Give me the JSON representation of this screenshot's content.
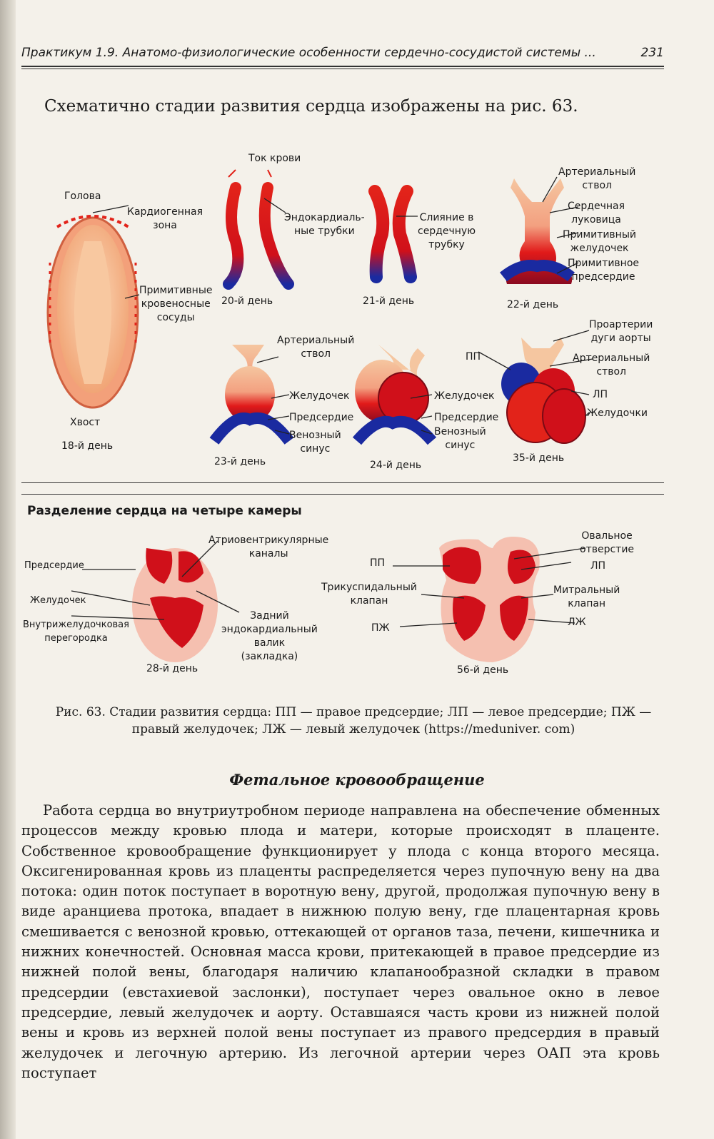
{
  "running_head": {
    "title": "Практикум 1.9. Анатомо-физиологические особенности сердечно-сосудистой системы ...",
    "page": "231"
  },
  "intro": "Схематично стадии развития сердца изображены на рис. 63.",
  "figure": {
    "embryo": {
      "head": "Голова",
      "cardiogenic": "Кардиогенная\nзона",
      "vessels": "Примитивные\nкровеносные\nсосуды",
      "tail": "Хвост",
      "day": "18-й день"
    },
    "tubes20": {
      "blood_flow": "Ток крови",
      "endocardial": "Эндокардиаль-\nные трубки",
      "day": "20-й день"
    },
    "tube21": {
      "fusion": "Слияние в\nсердечную\nтрубку",
      "day": "21-й день"
    },
    "heart22": {
      "trunk": "Артериальный\nствол",
      "bulb": "Сердечная\nлуковица",
      "ventricle": "Примитивный\nжелудочек",
      "atrium": "Примитивное\nпредсердие",
      "day": "22-й день"
    },
    "heart23": {
      "trunk": "Артериальный\nствол",
      "ventricle": "Желудочек",
      "atrium": "Предсердие",
      "sinus": "Венозный\nсинус",
      "day": "23-й день"
    },
    "heart24": {
      "ventricle": "Желудочек",
      "atrium": "Предсердие",
      "sinus": "Венозный\nсинус",
      "day": "24-й день"
    },
    "heart35": {
      "arches": "Проартерии\nдуги аорты",
      "trunk": "Артериальный\nствол",
      "pp": "ПП",
      "lp": "ЛП",
      "ventricles": "Желудочки",
      "day": "35-й день"
    },
    "section_title": "Разделение сердца на четыре камеры",
    "heart28": {
      "atrium": "Предсердие",
      "ventricle": "Желудочек",
      "septum": "Внутрижелудочковая\nперегородка",
      "av_canals": "Атриовентрикулярные\nканалы",
      "cushion": "Задний\nэндокардиальный\nвалик\n(закладка)",
      "day": "28-й день"
    },
    "heart56": {
      "pp": "ПП",
      "lp": "ЛП",
      "pzh": "ПЖ",
      "lzh": "ЛЖ",
      "oval": "Овальное\nотверстие",
      "tricuspid": "Трикуспидальный\nклапан",
      "mitral": "Митральный\nклапан",
      "day": "56-й день"
    }
  },
  "caption": "Рис. 63. Стадии развития сердца: ПП — правое предсердие; ЛП — левое предсердие; ПЖ — правый желудочек; ЛЖ — левый желудочек (https://meduniver. com)",
  "heading": "Фетальное кровообращение",
  "paragraph": "Работа сердца во внутриутробном периоде направлена на обеспечение обменных процессов между кровью плода и матери, которые происходят в плаценте. Собственное кровообращение функционирует у плода с конца второго месяца. Оксигенированная кровь из плаценты распределяется через пупочную вену на два потока: один поток поступает в воротную вену, другой, продолжая пупочную вену в виде аранциева протока, впадает в нижнюю полую вену, где плацентарная кровь смешивается с венозной кровью, оттекающей от органов таза, печени, кишечника и нижних конечностей. Основная масса крови, притекающей в правое предсердие из нижней полой вены, благодаря наличию клапанообразной складки в правом предсердии (евстахиевой заслонки), поступает через овальное окно в левое предсердие, левый желудочек и аорту. Оставшаяся часть крови из нижней полой вены и кровь из верхней полой вены поступает из правого предсердия в правый желудочек и легочную артерию. Из легочной артерии через ОАП эта кровь поступает"
}
